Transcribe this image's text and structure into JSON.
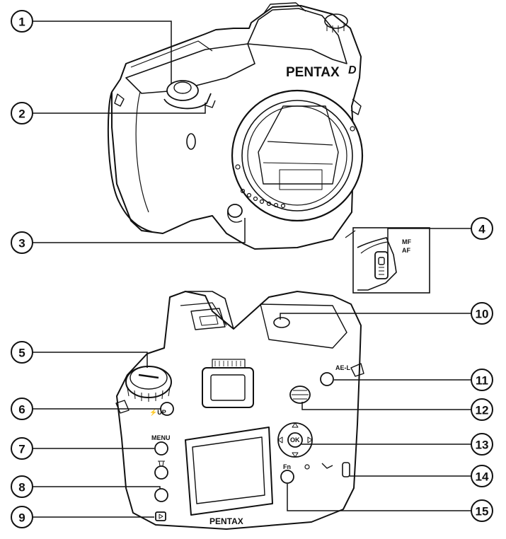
{
  "diagram": {
    "front_view": {
      "brand": "PENTAX",
      "model_mark": "D",
      "focus_switch_labels": [
        "MF",
        "AF"
      ]
    },
    "back_view": {
      "brand": "PENTAX",
      "button_labels": {
        "menu": "MENU",
        "flash": "⚡UP",
        "ae_lock": "AE-L",
        "ok": "OK",
        "fn": "Fn"
      }
    },
    "callouts": [
      "1",
      "2",
      "3",
      "4",
      "5",
      "6",
      "7",
      "8",
      "9",
      "10",
      "11",
      "12",
      "13",
      "14",
      "15"
    ]
  }
}
